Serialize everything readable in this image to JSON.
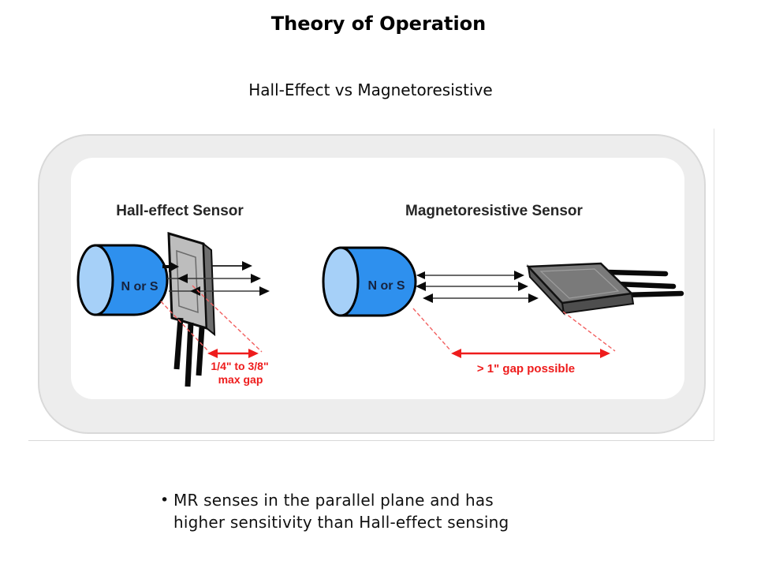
{
  "slide": {
    "title": "Theory of Operation",
    "subtitle": "Hall-Effect vs Magnetoresistive"
  },
  "diagram": {
    "hall": {
      "label": "Hall-effect Sensor",
      "magnet_label": "N or S",
      "gap_label_line1": "1/4\" to 3/8\"",
      "gap_label_line2": "max gap"
    },
    "mr": {
      "label": "Magnetoresistive Sensor",
      "magnet_label": "N or S",
      "gap_label": "> 1\" gap possible"
    },
    "colors": {
      "magnet_body_blue": "#2e90ee",
      "magnet_face_blue": "#a6d0f8",
      "annotation_red": "#ee1c1c",
      "hall_package_gray": "#bdbdbd",
      "mr_package_gray": "#7a7a7a",
      "panel_fill": "#ededed",
      "panel_border": "#d9d9d9"
    }
  },
  "bullet": {
    "marker": "•",
    "line1": "MR senses in the parallel plane and has",
    "line2": "higher sensitivity than Hall-effect sensing"
  }
}
